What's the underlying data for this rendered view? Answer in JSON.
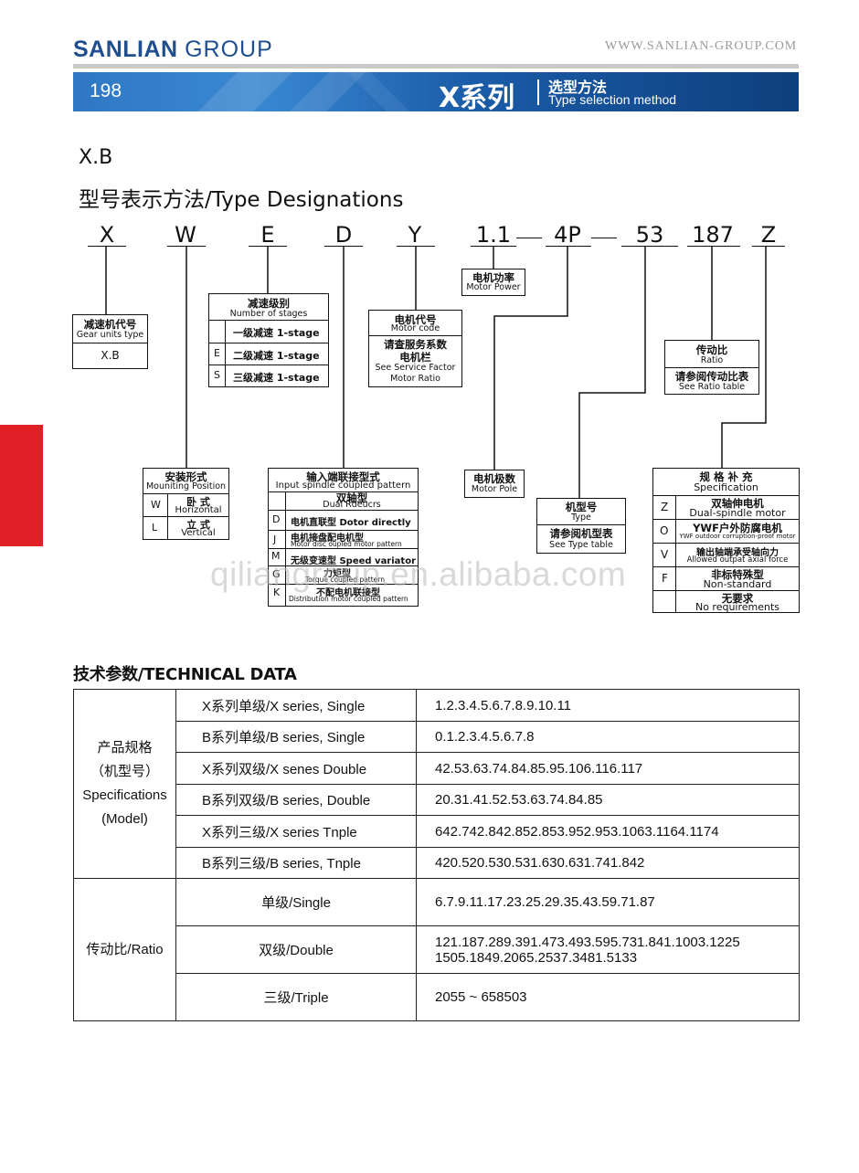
{
  "header": {
    "brand": "SANLIAN",
    "brand_suffix": "GROUP",
    "website": "WWW.SANLIAN-GROUP.COM",
    "page_number": "198",
    "series_title": "X系列",
    "section_cn": "选型方法",
    "section_en": "Type selection method"
  },
  "headings": {
    "model": "X.B",
    "designation": "型号表示方法/Type  Designations"
  },
  "codes": {
    "x": "X",
    "w": "W",
    "e": "E",
    "d": "D",
    "y": "Y",
    "power": "1.1",
    "pole": "4P",
    "type": "53",
    "ratio": "187",
    "spec": "Z"
  },
  "boxes": {
    "gear": {
      "cn": "减速机代号",
      "en": "Gear units type",
      "value": "X.B"
    },
    "stages": {
      "cn": "减速级别",
      "en": "Number of stages",
      "rows": [
        {
          "code": "",
          "text": "一级减速  1-stage"
        },
        {
          "code": "E",
          "text": "二级减速  1-stage"
        },
        {
          "code": "S",
          "text": "三级减速  1-stage"
        }
      ]
    },
    "motor_code": {
      "cn": "电机代号",
      "en": "Motor code",
      "cn2": "请查服务系数",
      "cn3": "电机栏",
      "en2": "See Service Factor",
      "en3": "Motor Ratio"
    },
    "motor_power": {
      "cn": "电机功率",
      "en": "Motor Power"
    },
    "ratio": {
      "cn": "传动比",
      "en": "Ratio",
      "cn2": "请参阅传动比表",
      "en2": "See Ratio table"
    },
    "mounting": {
      "cn": "安装形式",
      "en": "Mouniting Position",
      "rows": [
        {
          "code": "W",
          "cn": "卧  式",
          "en": "Horizontal"
        },
        {
          "code": "L",
          "cn": "立  式",
          "en": "Vertical"
        }
      ]
    },
    "input": {
      "cn": "输入端联接型式",
      "en": "Input spindle coupled pattern",
      "rows": [
        {
          "code": "",
          "cn": "双轴型",
          "en": "Dual Rdeucrs"
        },
        {
          "code": "D",
          "cn": "电机直联型 Dotor directly",
          "en": ""
        },
        {
          "code": "J",
          "cn": "电机接盘配电机型",
          "en": "Motor disc oupled motor pattern"
        },
        {
          "code": "M",
          "cn": "无级变速型 Speed variator",
          "en": ""
        },
        {
          "code": "G",
          "cn": "力矩型",
          "en": "Torque coupled pattern"
        },
        {
          "code": "K",
          "cn": "不配电机联接型",
          "en": "Distribution motor coupled pattern"
        }
      ]
    },
    "motor_pole": {
      "cn": "电机极数",
      "en": "Motor Pole"
    },
    "type": {
      "cn": "机型号",
      "en": "Type",
      "cn2": "请参阅机型表",
      "en2": "See Type table"
    },
    "spec": {
      "cn": "规 格 补 充",
      "en": "Specification",
      "rows": [
        {
          "code": "Z",
          "cn": "双轴伸电机",
          "en": "Dual-spindle motor"
        },
        {
          "code": "O",
          "cn": "YWF户外防腐电机",
          "en": "YWF outdoor corruption-proof motor"
        },
        {
          "code": "V",
          "cn": "输出轴端承受轴向力",
          "en": "Allowed outpat axial force"
        },
        {
          "code": "F",
          "cn": "非标特殊型",
          "en": "Non-standard"
        },
        {
          "code": "",
          "cn": "无要求",
          "en": "No requirements"
        }
      ]
    }
  },
  "watermark": "qiliangroup.en.alibaba.com",
  "tech": {
    "title": "技术参数/TECHNICAL DATA",
    "spec_label_1": "产品规格",
    "spec_label_2": "（机型号）",
    "spec_label_3": "Specifications",
    "spec_label_4": "(Model)",
    "spec_rows": [
      {
        "label": "X系列单级/X series, Single",
        "value": "1.2.3.4.5.6.7.8.9.10.11"
      },
      {
        "label": "B系列单级/B series, Single",
        "value": "0.1.2.3.4.5.6.7.8"
      },
      {
        "label": "X系列双级/X senes Double",
        "value": "42.53.63.74.84.85.95.106.116.117"
      },
      {
        "label": "B系列双级/B series, Double",
        "value": "20.31.41.52.53.63.74.84.85"
      },
      {
        "label": "X系列三级/X series Tnple",
        "value": "642.742.842.852.853.952.953.1063.1164.1174"
      },
      {
        "label": "B系列三级/B series, Tnple",
        "value": "420.520.530.531.630.631.741.842"
      }
    ],
    "ratio_label": "传动比/Ratio",
    "ratio_rows": [
      {
        "label": "单级/Single",
        "value": "6.7.9.11.17.23.25.29.35.43.59.71.87",
        "value2": ""
      },
      {
        "label": "双级/Double",
        "value": "121.187.289.391.473.493.595.731.841.1003.1225",
        "value2": "1505.1849.2065.2537.3481.5133"
      },
      {
        "label": "三级/Triple",
        "value": "2055 ~ 658503",
        "value2": ""
      }
    ]
  }
}
